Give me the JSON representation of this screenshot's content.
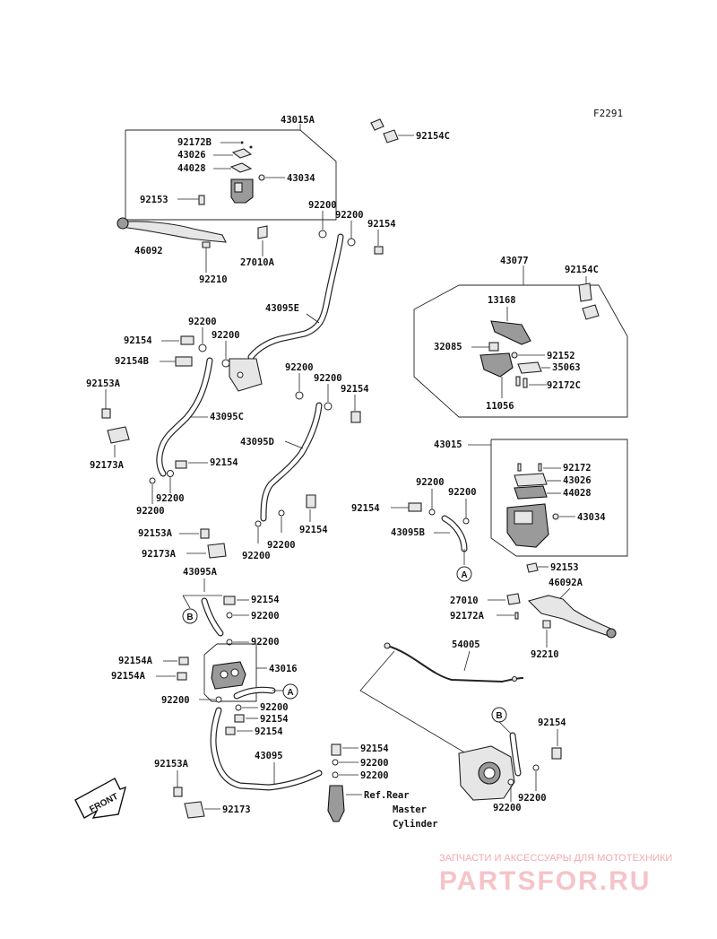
{
  "figure_id": "F2291",
  "labels": {
    "l43015A": "43015A",
    "l92172B": "92172B",
    "l43026a": "43026",
    "l44028a": "44028",
    "l43034a": "43034",
    "l92154C_top": "92154C",
    "l92153_top": "92153",
    "l92200_a": "92200",
    "l92200_b": "92200",
    "l92154_a": "92154",
    "l46092": "46092",
    "l27010A": "27010A",
    "l92210_a": "92210",
    "l43077": "43077",
    "l92154C_right": "92154C",
    "l13168": "13168",
    "l32085": "32085",
    "l92152": "92152",
    "l35063": "35063",
    "l92172C": "92172C",
    "l11056": "11056",
    "l43095E": "43095E",
    "l92200_c": "92200",
    "l92200_d": "92200",
    "l92154_b": "92154",
    "l92154B": "92154B",
    "l92200_e": "92200",
    "l92200_f": "92200",
    "l92154_c": "92154",
    "l92153A_a": "92153A",
    "l43095C": "43095C",
    "l43095D": "43095D",
    "l92173A_a": "92173A",
    "l92154_d": "92154",
    "l92200_g": "92200",
    "l92200_h": "92200",
    "l43015": "43015",
    "l92172": "92172",
    "l43026b": "43026",
    "l44028b": "44028",
    "l43034b": "43034",
    "l92200_i": "92200",
    "l92200_j": "92200",
    "l92154_e": "92154",
    "l43095B": "43095B",
    "l92154_f": "92154",
    "l92200_k": "92200",
    "l92200_l": "92200",
    "l92153A_b": "92153A",
    "l92173A_b": "92173A",
    "l92153_right": "92153",
    "l46092A": "46092A",
    "l43095A": "43095A",
    "l92154_g": "92154",
    "l92200_m": "92200",
    "l27010": "27010",
    "l92172A": "92172A",
    "l92200_n": "92200",
    "l92210_b": "92210",
    "l92154A_a": "92154A",
    "l92154A_b": "92154A",
    "l43016": "43016",
    "l92200_o": "92200",
    "l92200_p": "92200",
    "l92154_h": "92154",
    "l92154_i": "92154",
    "l54005": "54005",
    "l92154_j": "92154",
    "l43095": "43095",
    "l92154_k": "92154",
    "l92200_q": "92200",
    "l92200_r": "92200",
    "l92153A_c": "92153A",
    "l92173": "92173",
    "l92200_s": "92200",
    "l92200_t": "92200",
    "ref1": "Ref.Rear",
    "ref2": "Master",
    "ref3": "Cylinder"
  },
  "callouts": {
    "A1": "A",
    "A2": "A",
    "B1": "B",
    "B2": "B"
  },
  "front_arrow": "FRONT",
  "watermark": {
    "line1": "ЗАПЧАСТИ И АКСЕССУАРЫ ДЛЯ МОТОТЕХНИКИ",
    "line2": "PARTSFOR.RU",
    "color": "#f2a9b1"
  }
}
